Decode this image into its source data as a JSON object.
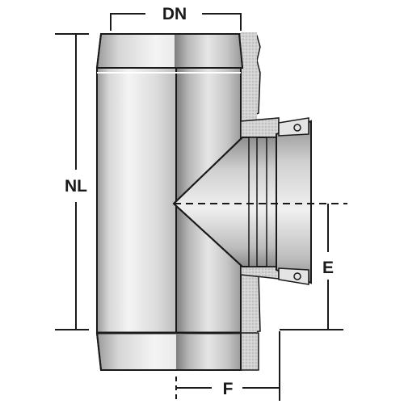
{
  "labels": {
    "diameter": "DN",
    "length": "NL",
    "offset": "F",
    "branch_height": "E"
  },
  "colors": {
    "outline": "#1a1a1a",
    "insulation": "#cfcfcf",
    "steel_light": "#e8e8e8",
    "steel_dark": "#8a8a8a"
  }
}
